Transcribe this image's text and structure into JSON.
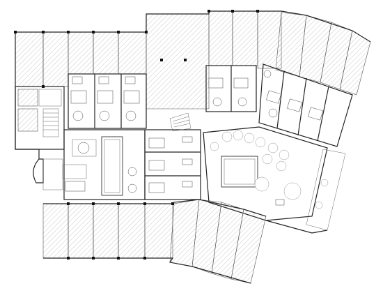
{
  "diagram": {
    "kind": "architectural-floor-plan",
    "text_labels": [],
    "colors": {
      "line": "#222222",
      "hatch": "#777777",
      "background": "#ffffff"
    }
  },
  "zones": [
    {
      "id": "west-parking-bays",
      "count": 5
    },
    {
      "id": "northwest-bays",
      "count": 5
    },
    {
      "id": "south-parking-bays",
      "count": 9
    },
    {
      "id": "east-angled-bays",
      "count": 6
    },
    {
      "id": "guest-rooms-north",
      "count": 3
    },
    {
      "id": "guest-rooms-center",
      "count": 3
    },
    {
      "id": "guest-rooms-east",
      "count": 5
    },
    {
      "id": "indoor-lap-pool",
      "count": 1
    },
    {
      "id": "outdoor-pool",
      "count": 1
    },
    {
      "id": "stairwell",
      "count": 1
    }
  ]
}
